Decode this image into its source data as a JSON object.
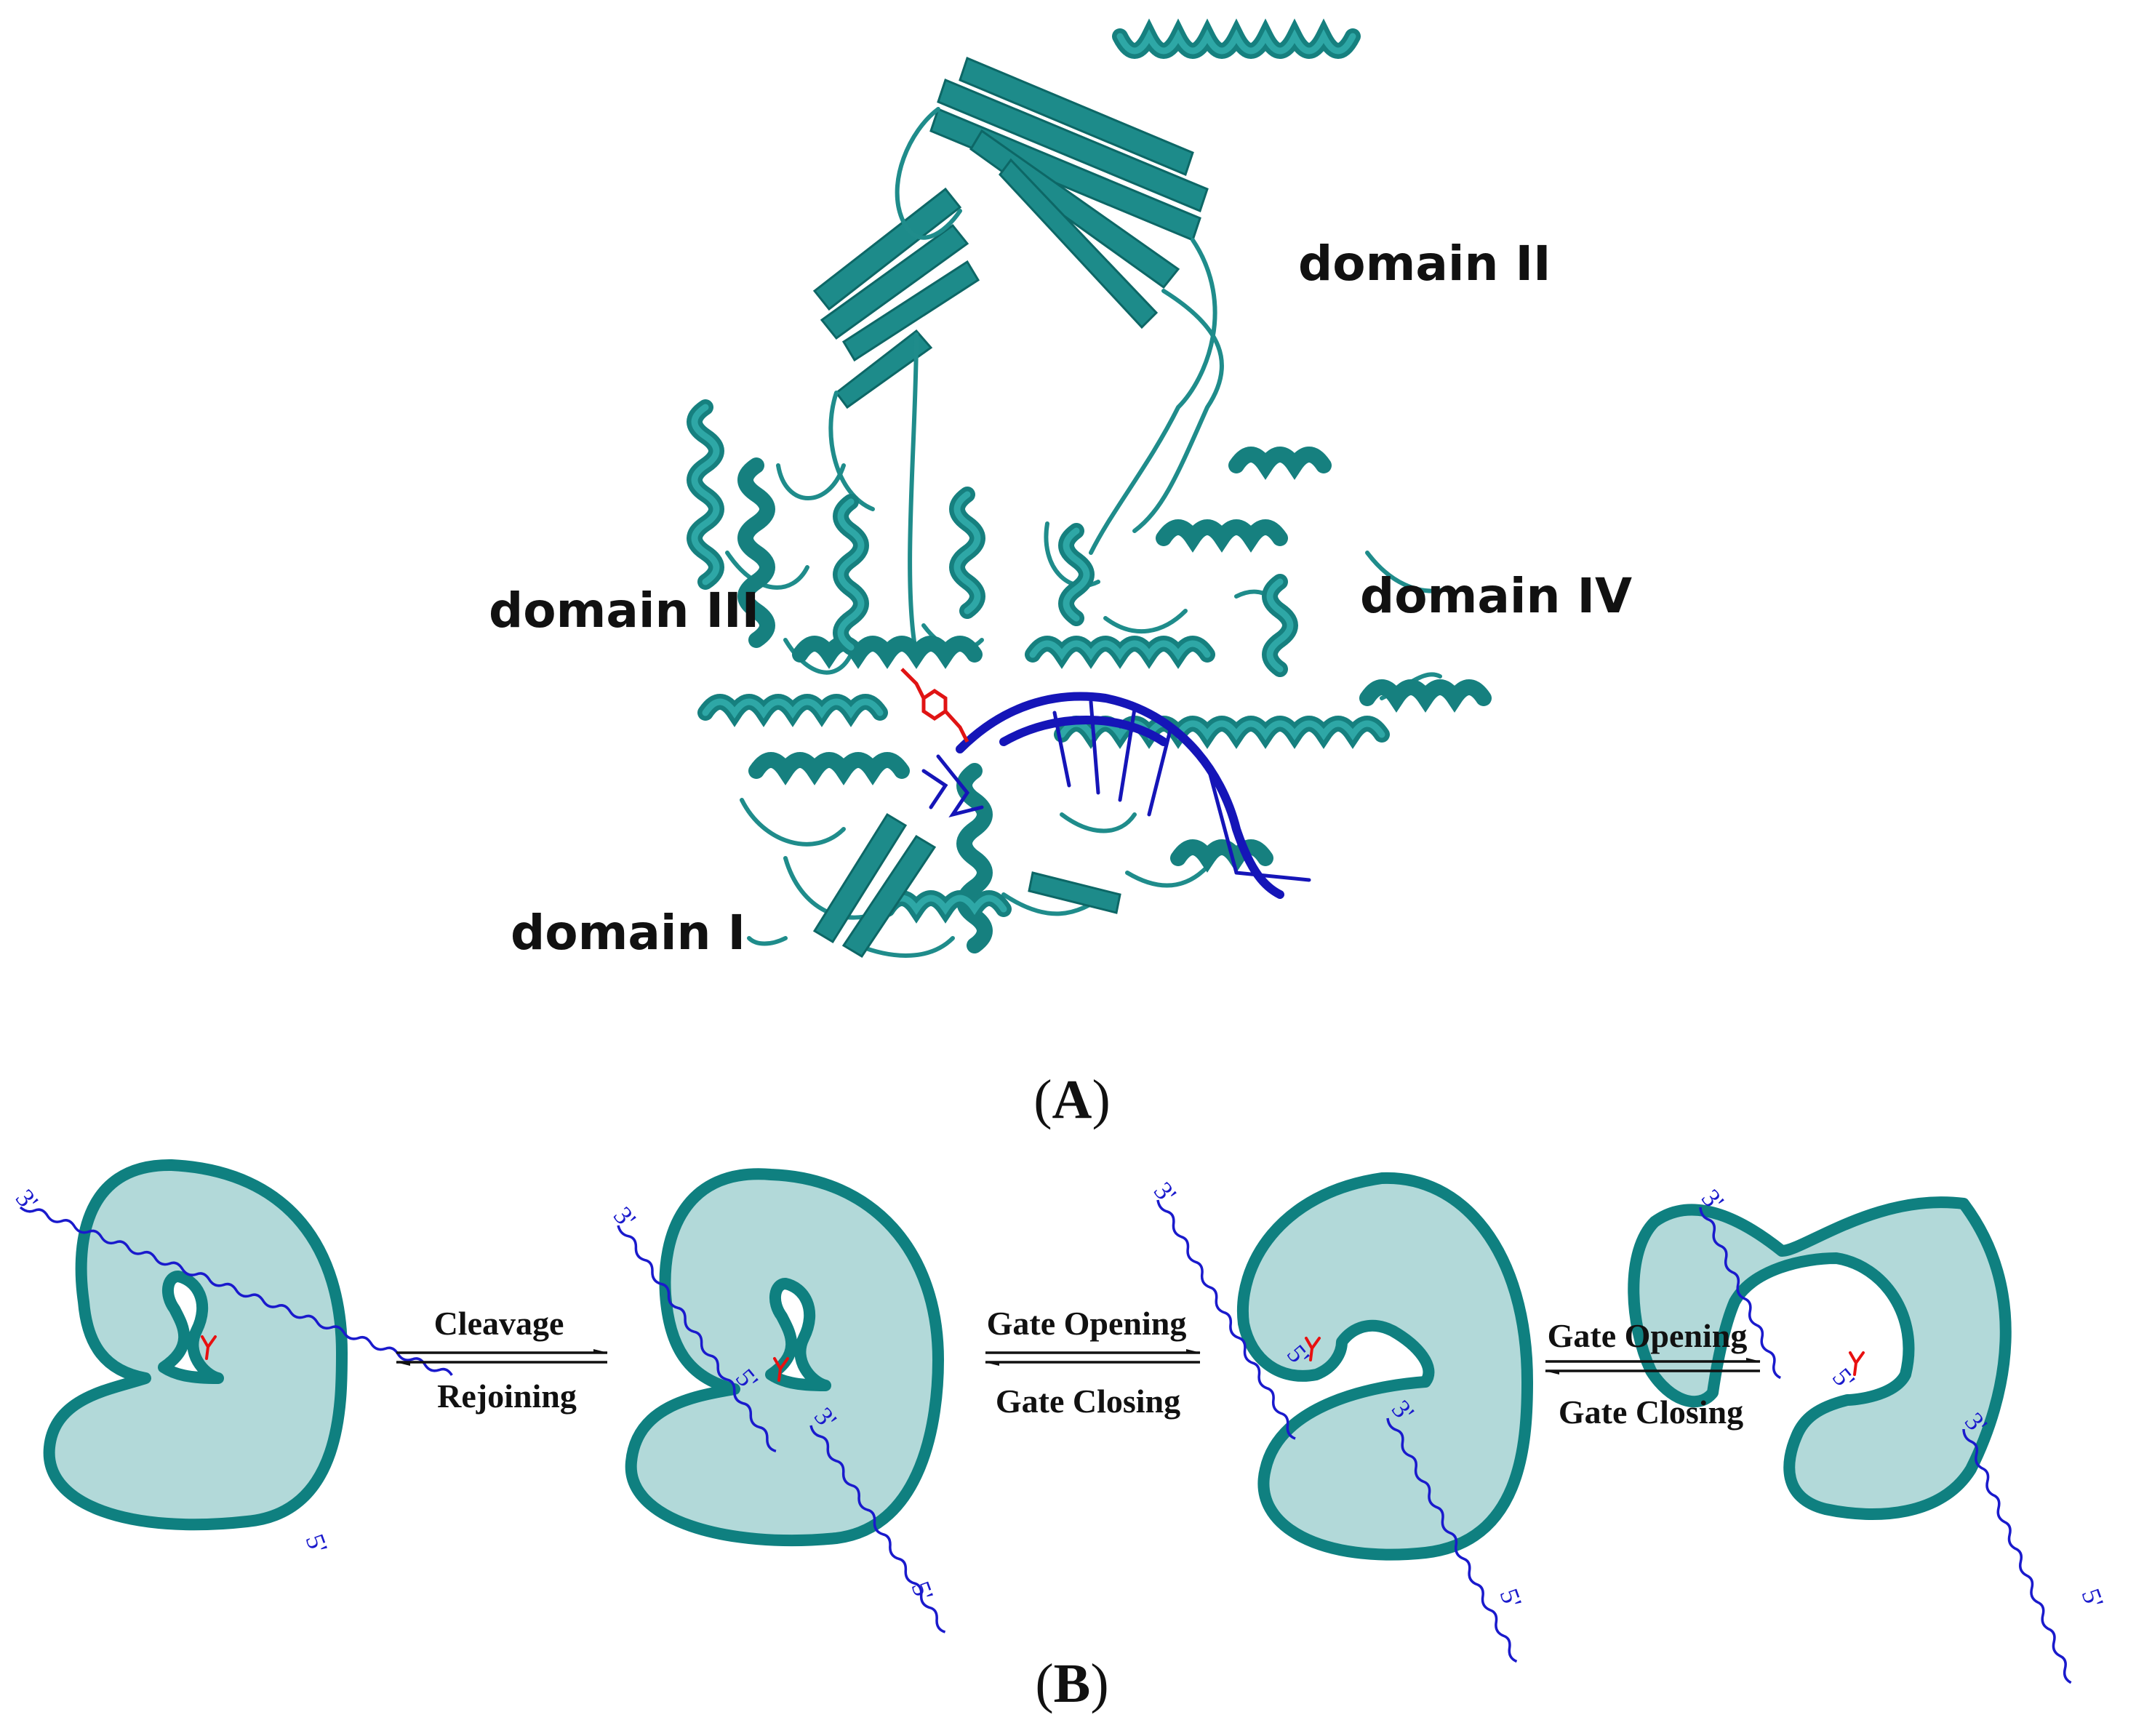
{
  "panelA": {
    "domain_labels": [
      "domain II",
      "domain III",
      "domain IV",
      "domain I"
    ],
    "panel_label": {
      "open": "(",
      "letter": "A",
      "close": ")"
    },
    "colors": {
      "protein": "#16807f",
      "dna": "#1515b8",
      "ligand": "#e01414"
    }
  },
  "panelB": {
    "panel_label": {
      "open": "(",
      "letter": "B",
      "close": ")"
    },
    "arrows": [
      {
        "top": "Cleavage",
        "bottom": "Rejoining"
      },
      {
        "top": "Gate Opening",
        "bottom": "Gate Closing"
      },
      {
        "top": "Gate Opening",
        "bottom": "Gate Closing"
      }
    ],
    "strand_ends": {
      "three_prime": "3'",
      "five_prime": "5'"
    },
    "tyrosine_label": "Y",
    "colors": {
      "shape_fill": "#b2d9d9",
      "shape_stroke": "#0f8080",
      "dna": "#1a1acc",
      "tyrosine": "#e81010"
    }
  }
}
